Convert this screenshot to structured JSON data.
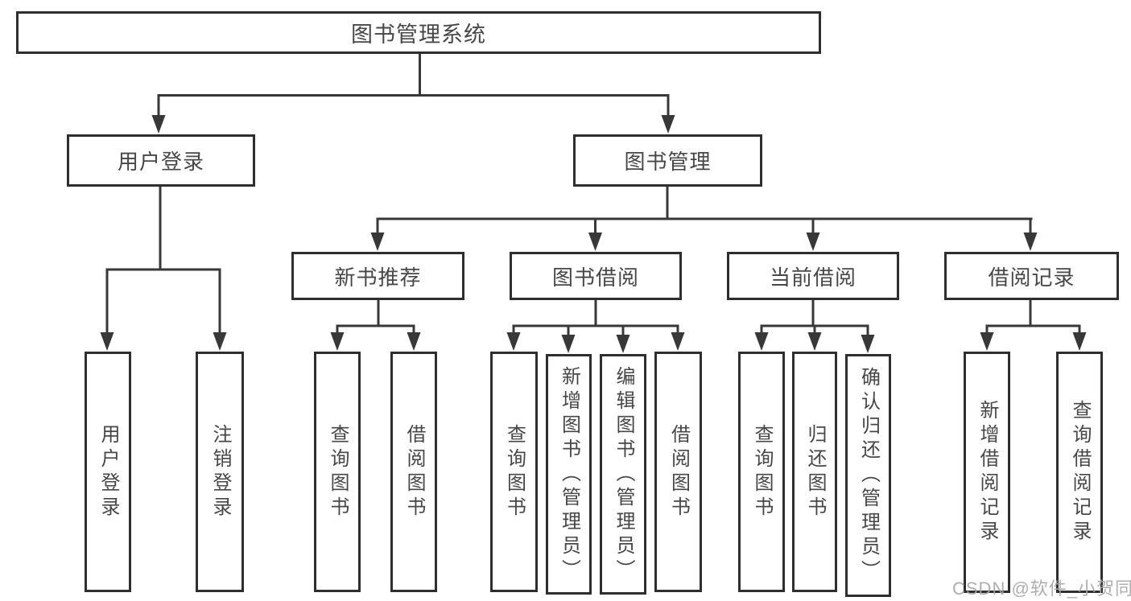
{
  "title_box": "图书管理系统",
  "level2": {
    "user_login": "用户登录",
    "book_mgmt": "图书管理"
  },
  "level3": {
    "new_book_rec": "新书推荐",
    "book_borrow": "图书借阅",
    "current_borrow": "当前借阅",
    "borrow_records": "借阅记录"
  },
  "leaves": {
    "user_login": "用户登录",
    "logout": "注销登录",
    "rec_query_books": "查询图书",
    "rec_borrow_books": "借阅图书",
    "bb_query_books": "查询图书",
    "bb_add_book": "新增图书（管理员）",
    "bb_edit_book": "编辑图书（管理员）",
    "bb_borrow_books": "借阅图书",
    "cb_query_books": "查询图书",
    "cb_return_book": "归还图书",
    "cb_confirm_return": "确认归还（管理员）",
    "br_add_record": "新增借阅记录",
    "br_query_record": "查询借阅记录"
  },
  "watermark": "CSDN @软件_小贺同学",
  "colors": {
    "line": "#383838",
    "box_border": "#2e2e2e",
    "text": "#474747",
    "background": "#ffffff",
    "watermark": "#a6a6a6"
  }
}
